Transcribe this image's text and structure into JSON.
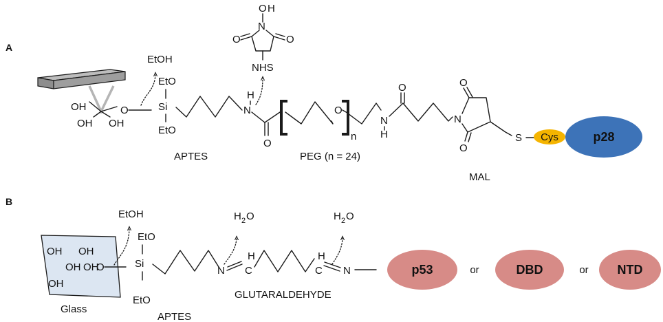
{
  "panels": {
    "a": "A",
    "b": "B"
  },
  "panel_a": {
    "surface_groups": [
      "OH",
      "OH",
      "OH"
    ],
    "surface_o": "O",
    "ethanol": "EtOH",
    "silane": {
      "top": "EtO",
      "center": "Si",
      "bottom": "EtO"
    },
    "aptes": "APTES",
    "amide_h": "H",
    "amide_n": "N",
    "carbonyl_o": "O",
    "nhs_label": "NHS",
    "nhs_ring": {
      "n": "N",
      "oh_o": "O",
      "oh_h": "H",
      "o_left": "O",
      "o_right": "O"
    },
    "peg_o": "O",
    "peg_n": "n",
    "peg_label": "PEG (n = 24)",
    "amide2_n": "N",
    "amide2_h": "H",
    "amide2_o": "O",
    "maleimide": {
      "n": "N",
      "o_top": "O",
      "o_bottom": "O"
    },
    "mal_label": "MAL",
    "sulfur": "S",
    "cys": "Cys",
    "protein": "p28",
    "colors": {
      "cys_fill": "#F5B400",
      "protein_fill": "#3D73B8",
      "surface_top": "#BDBDBD",
      "surface_side": "#8E8E8E",
      "silica_stick": "#B5B5B5"
    }
  },
  "panel_b": {
    "surface_groups": [
      "OH",
      "OH",
      "OH",
      "OH",
      "OH"
    ],
    "surface_o": "O",
    "glass_label": "Glass",
    "ethanol": "EtOH",
    "silane": {
      "top": "EtO",
      "center": "Si",
      "bottom": "EtO"
    },
    "aptes": "APTES",
    "water1": {
      "h": "H",
      "sub": "2",
      "o": "O"
    },
    "water2": {
      "h": "H",
      "sub": "2",
      "o": "O"
    },
    "n1": "N",
    "ch1": {
      "c": "C",
      "h": "H"
    },
    "ch2": {
      "c": "C",
      "h": "H"
    },
    "n2": "N",
    "glutaraldehyde": "GLUTARALDEHYDE",
    "proteins": [
      "p53",
      "DBD",
      "NTD"
    ],
    "connector": [
      "or",
      "or"
    ],
    "colors": {
      "glass_fill": "#DCE6F2",
      "protein_fill": "#D78B87"
    }
  }
}
